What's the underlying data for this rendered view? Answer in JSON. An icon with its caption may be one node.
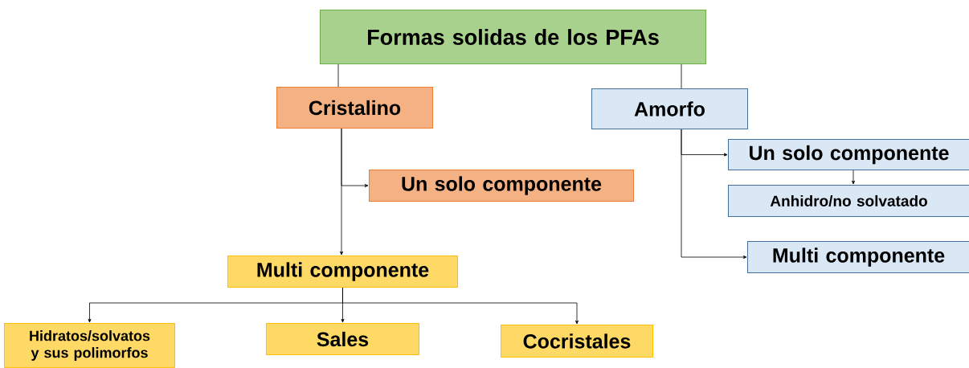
{
  "diagram": {
    "nodes": [
      {
        "text": [
          "Formas solidas de los PFAs"
        ]
      },
      {
        "text": [
          "Cristalino"
        ]
      },
      {
        "text": [
          "Amorfo"
        ]
      },
      {
        "text": [
          "Un solo componente"
        ]
      },
      {
        "text": [
          "Multi componente"
        ]
      },
      {
        "text": [
          "Hidratos/solvatos y sus polimorfos"
        ]
      },
      {
        "text": [
          "Sales"
        ]
      },
      {
        "text": [
          "Cocristales"
        ]
      },
      {
        "text": [
          "Un solo componente"
        ]
      },
      {
        "text": [
          "Anhidro/no solvatado"
        ]
      },
      {
        "text": [
          "Multi componente"
        ]
      }
    ],
    "edges": [
      {
        "from": 0,
        "to": 1,
        "arrow": "none"
      },
      {
        "from": 0,
        "to": 2,
        "arrow": "none"
      },
      {
        "from": 1,
        "to": 3,
        "arrow": "to"
      },
      {
        "from": 1,
        "to": 4,
        "arrow": "to"
      },
      {
        "from": 4,
        "to": 5,
        "arrow": "to"
      },
      {
        "from": 4,
        "to": 6,
        "arrow": "to"
      },
      {
        "from": 4,
        "to": 7,
        "arrow": "to"
      },
      {
        "from": 2,
        "to": 8,
        "arrow": "to"
      },
      {
        "from": 8,
        "to": 9,
        "arrow": "to"
      },
      {
        "from": 2,
        "to": 10,
        "arrow": "to"
      }
    ]
  }
}
